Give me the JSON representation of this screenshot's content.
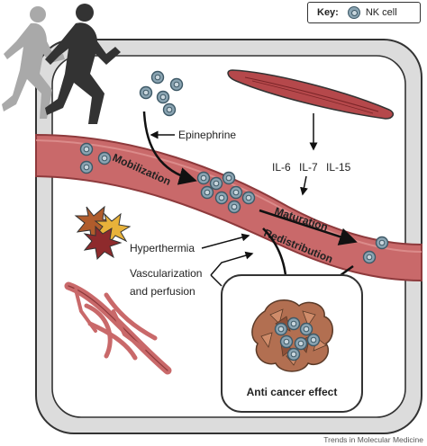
{
  "key": {
    "title": "Key:",
    "nk_label": "NK cell"
  },
  "labels": {
    "epinephrine": "Epinephrine",
    "mobilization": "Mobilization",
    "il6": "IL-6",
    "il7": "IL-7",
    "il15": "IL-15",
    "maturation": "Maturation",
    "redistribution": "Redistribution",
    "hyperthermia": "Hyperthermia",
    "vascularization": "Vascularization",
    "perfusion": "and perfusion",
    "anti_cancer": "Anti cancer effect"
  },
  "credit": "Trends in Molecular Medicine",
  "colors": {
    "vessel": "#c9696a",
    "vessel_dark": "#8e3a3c",
    "muscle": "#b5484b",
    "runner_front": "#333333",
    "runner_back": "#a9a9a9",
    "nk_fill": "#8aa4b2",
    "nk_border": "#3d5866",
    "tumor": "#b26f51"
  }
}
